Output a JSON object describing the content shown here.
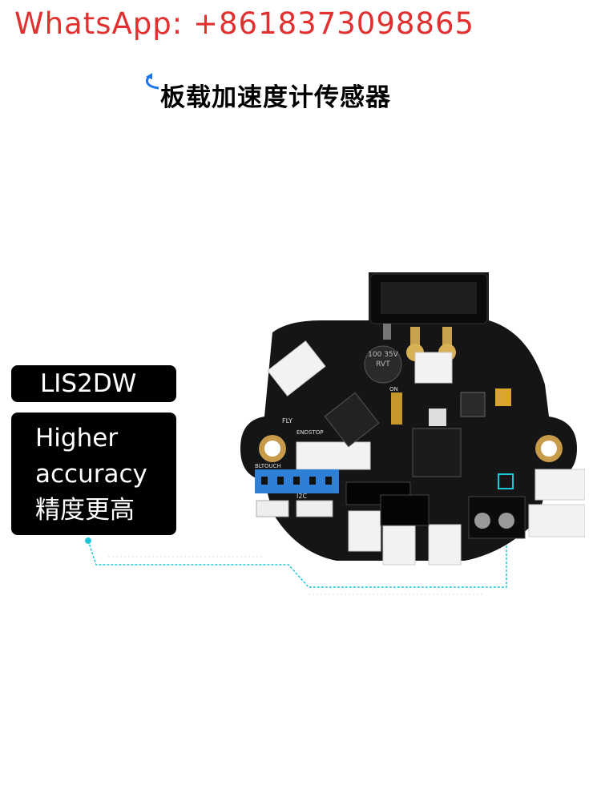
{
  "header": {
    "whatsapp": "WhatsApp: +8618373098865",
    "title": "板载加速度计传感器"
  },
  "callout": {
    "chip": "LIS2DW",
    "lines": [
      "Higher",
      "accuracy",
      "精度更高"
    ]
  },
  "board": {
    "capacitor_label": "100 35V RVT",
    "silkscreen": {
      "fly": "FLY",
      "endstop": "ENDSTOP",
      "bltouch": "BLTOUCH",
      "i2c": "I2C",
      "on": "ON"
    }
  },
  "colors": {
    "whatsapp": "#e0302f",
    "accent": "#1ec8d8",
    "pcb": "#151515",
    "connector": "#f2f2f2",
    "bltouch": "#2f7fd6"
  },
  "icons": [
    "curved-arrow-icon"
  ]
}
